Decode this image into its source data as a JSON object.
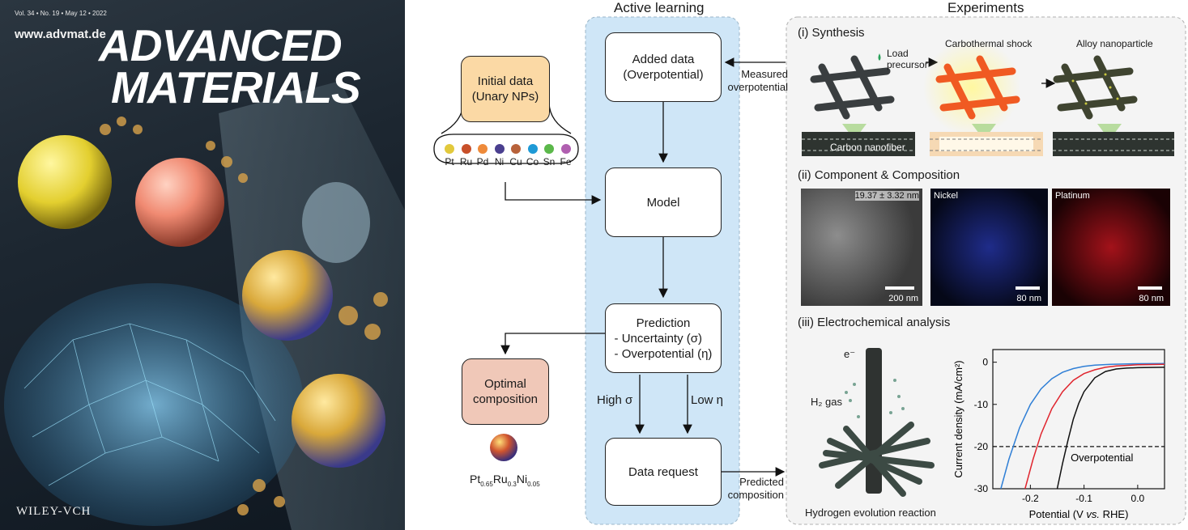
{
  "cover": {
    "meta": "Vol. 34 • No. 19 • May 12 • 2022",
    "url": "www.advmat.de",
    "title_line1": "ADVANCED",
    "title_line2": "MATERIALS",
    "publisher": "WILEY-VCH"
  },
  "active_learning": {
    "title": "Active learning",
    "added_data": [
      "Added data",
      "(Overpotential)"
    ],
    "model": "Model",
    "prediction": [
      "Prediction",
      "- Uncertainty (σ)",
      "- Overpotential (η)"
    ],
    "data_request": "Data request",
    "high_sigma": "High σ",
    "low_eta": "Low η",
    "measured": [
      "Measured",
      "overpotential"
    ],
    "predicted": [
      "Predicted",
      "composition"
    ]
  },
  "initial_data": {
    "box": [
      "Initial data",
      "(Unary NPs)"
    ],
    "elements": [
      {
        "name": "Pt",
        "color": "#e2c93c"
      },
      {
        "name": "Ru",
        "color": "#c8502a"
      },
      {
        "name": "Pd",
        "color": "#ee8a3a"
      },
      {
        "name": "Ni",
        "color": "#4a3f8f"
      },
      {
        "name": "Cu",
        "color": "#b8623a"
      },
      {
        "name": "Co",
        "color": "#1e9ad6"
      },
      {
        "name": "Sn",
        "color": "#5bb84a"
      },
      {
        "name": "Fe",
        "color": "#b05fb0"
      }
    ]
  },
  "optimal": {
    "box": [
      "Optimal",
      "composition"
    ],
    "formula": [
      {
        "el": "Pt",
        "sub": "0.65"
      },
      {
        "el": "Ru",
        "sub": "0.3"
      },
      {
        "el": "Ni",
        "sub": "0.05"
      }
    ]
  },
  "experiments": {
    "title": "Experiments",
    "synthesis": {
      "title": "(i) Synthesis",
      "load": [
        "Load",
        "precursor"
      ],
      "shock": "Carbothermal shock",
      "alloy": "Alloy nanoparticle",
      "fiber": "Carbon nanofiber"
    },
    "component": {
      "title": "(ii) Component & Composition",
      "tem_size": "19.37 ± 3.32 nm",
      "tem_scale": "200 nm",
      "nickel": "Nickel",
      "nickel_scale": "80 nm",
      "platinum": "Platinum",
      "platinum_scale": "80 nm"
    },
    "electro": {
      "title": "(iii) Electrochemical analysis",
      "electron": "e⁻",
      "gas": "H₂ gas",
      "her": "Hydrogen evolution reaction"
    }
  },
  "chart_data": {
    "type": "line",
    "xlabel_parts": [
      "Potential (V ",
      "vs.",
      " RHE)"
    ],
    "ylabel": "Current density (mA/cm²)",
    "xlim": [
      -0.27,
      0.05
    ],
    "ylim": [
      -30,
      3
    ],
    "xticks": [
      "-0.2",
      "-0.1",
      "0.0"
    ],
    "yticks": [
      "0",
      "-10",
      "-20",
      "-30"
    ],
    "annotation": "Overpotential",
    "threshold": -20,
    "series": [
      {
        "color": "#2f7fd6",
        "x": [
          -0.255,
          -0.24,
          -0.22,
          -0.2,
          -0.18,
          -0.16,
          -0.14,
          -0.12,
          -0.1,
          -0.08,
          -0.05,
          0.0,
          0.05
        ],
        "y": [
          -30,
          -23,
          -15.5,
          -10,
          -6.3,
          -3.9,
          -2.4,
          -1.5,
          -1.0,
          -0.7,
          -0.5,
          -0.35,
          -0.3
        ]
      },
      {
        "color": "#e0252e",
        "x": [
          -0.21,
          -0.195,
          -0.18,
          -0.16,
          -0.14,
          -0.12,
          -0.1,
          -0.08,
          -0.06,
          -0.04,
          0.0,
          0.05
        ],
        "y": [
          -30,
          -23,
          -17,
          -11,
          -7,
          -4.3,
          -2.7,
          -1.8,
          -1.2,
          -0.9,
          -0.6,
          -0.5
        ]
      },
      {
        "color": "#111111",
        "x": [
          -0.15,
          -0.14,
          -0.13,
          -0.12,
          -0.11,
          -0.1,
          -0.08,
          -0.06,
          -0.04,
          -0.02,
          0.0,
          0.05
        ],
        "y": [
          -30,
          -24,
          -18.5,
          -13.5,
          -9.8,
          -7,
          -3.7,
          -2.2,
          -1.6,
          -1.4,
          -1.3,
          -1.2
        ]
      }
    ]
  }
}
